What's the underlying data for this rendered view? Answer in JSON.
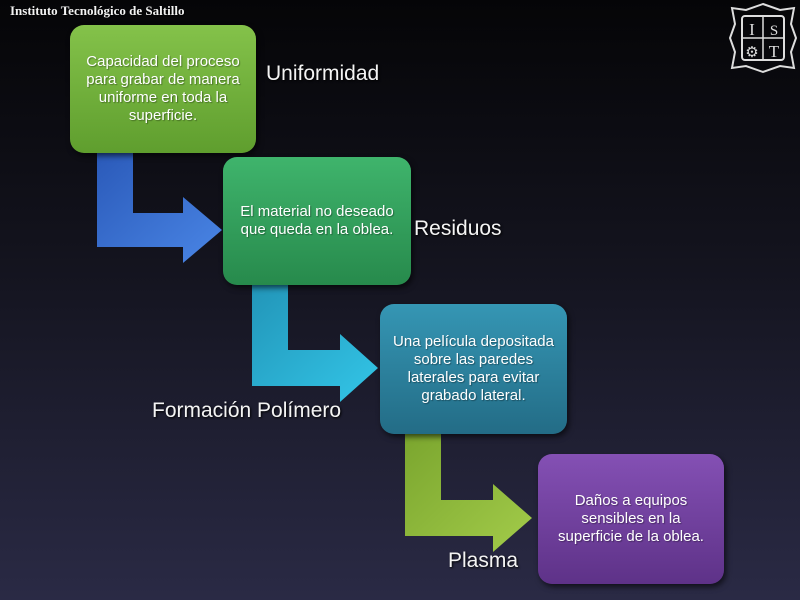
{
  "header": {
    "title": "Instituto Tecnológico de Saltillo"
  },
  "logo": {
    "icon": "ITS-crest-icon",
    "letters": "ITS"
  },
  "steps": [
    {
      "label": "Uniformidad",
      "text": "Capacidad del proceso para grabar de manera uniforme en toda la superficie.",
      "color": "#6fae3a"
    },
    {
      "label": "Residuos",
      "text": "El material no deseado que queda en la oblea.",
      "color": "#2e9a5a"
    },
    {
      "label": "Formación Polímero",
      "text": "Una película depositada sobre las paredes laterales para evitar grabado lateral.",
      "color": "#2a7f99"
    },
    {
      "label": "Plasma",
      "text": "Daños a equipos sensibles en la superficie de la oblea.",
      "color": "#6f3e9c"
    }
  ],
  "colors": {
    "arrow1": "#3b6fd0",
    "arrow2": "#29b3d8",
    "arrow3": "#8ab43a"
  }
}
